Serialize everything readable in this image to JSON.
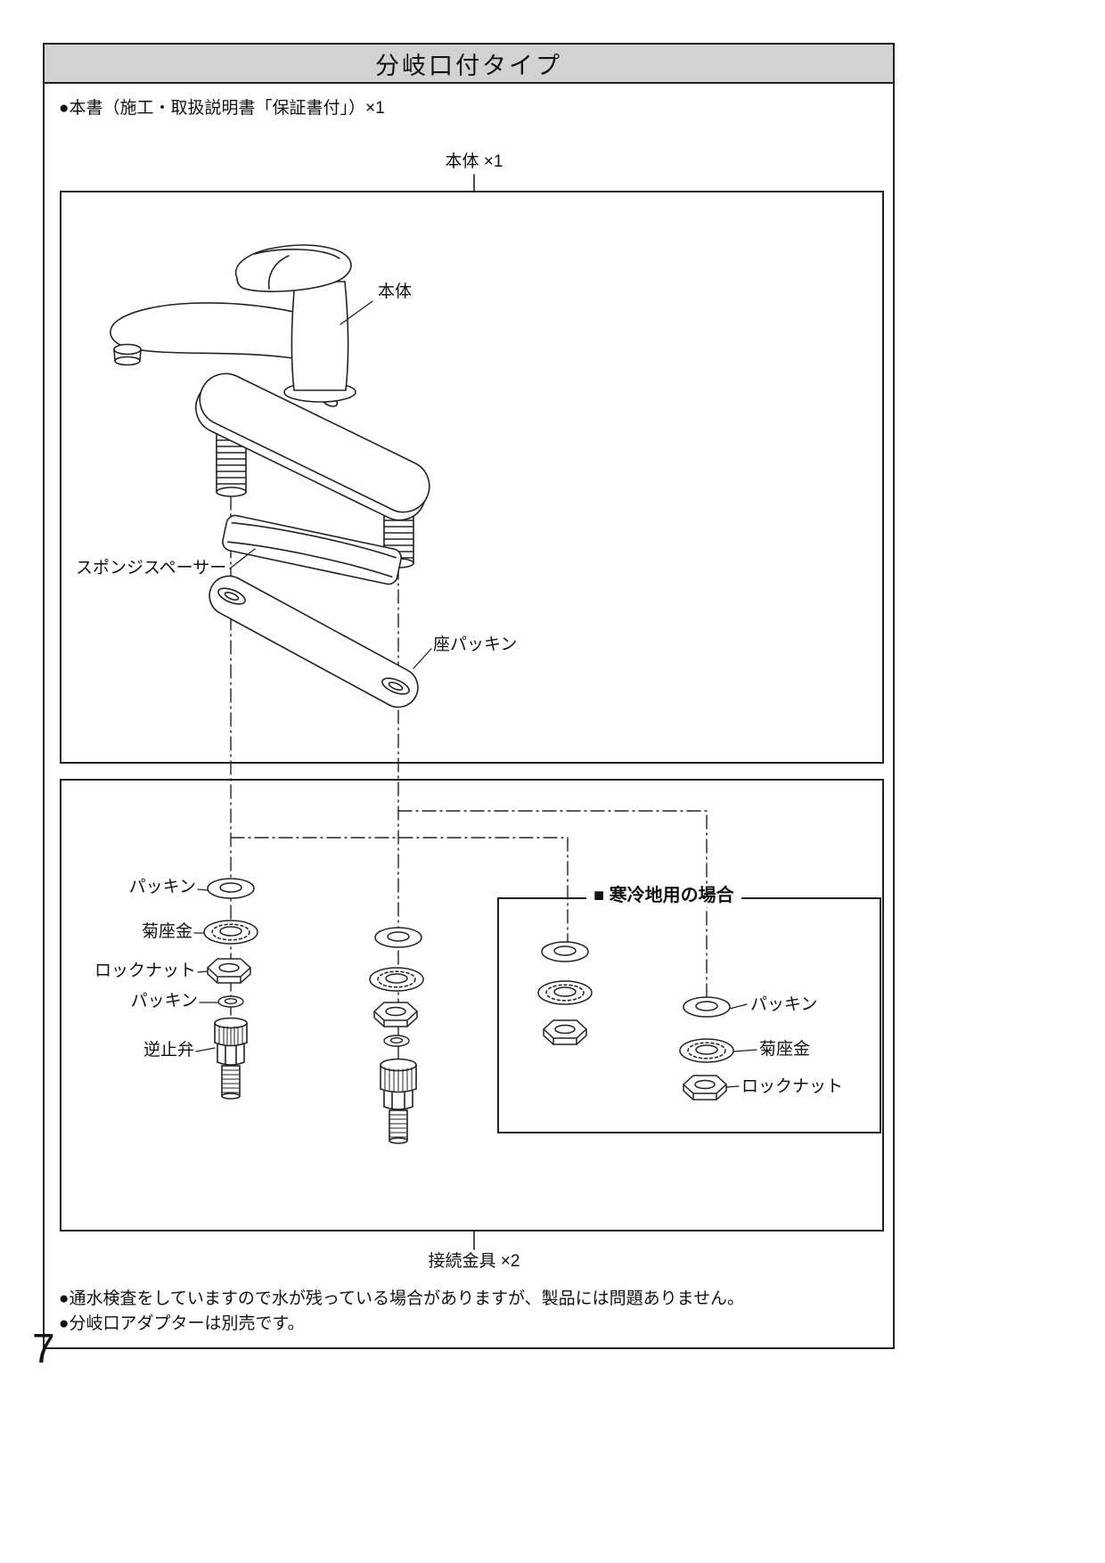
{
  "page": {
    "number": "7",
    "title": "分岐口付タイプ"
  },
  "header_note": "●本書（施工・取扱説明書「保証書付」）×1",
  "diagram": {
    "body_count": "本体 ×1",
    "body": "本体",
    "sponge_spacer": "スポンジスペーサー",
    "seat_packing": "座パッキン",
    "connector_count": "接続金具 ×2"
  },
  "parts_left": {
    "packing": "パッキン",
    "washer": "菊座金",
    "locknut": "ロックナット",
    "packing2": "パッキン",
    "check_valve": "逆止弁"
  },
  "cold_region": {
    "title": "■ 寒冷地用の場合",
    "packing": "パッキン",
    "washer": "菊座金",
    "locknut": "ロックナット"
  },
  "notes": [
    "●通水検査をしていますので水が残っている場合がありますが、製品には問題ありません。",
    "●分岐口アダプターは別売です。"
  ]
}
